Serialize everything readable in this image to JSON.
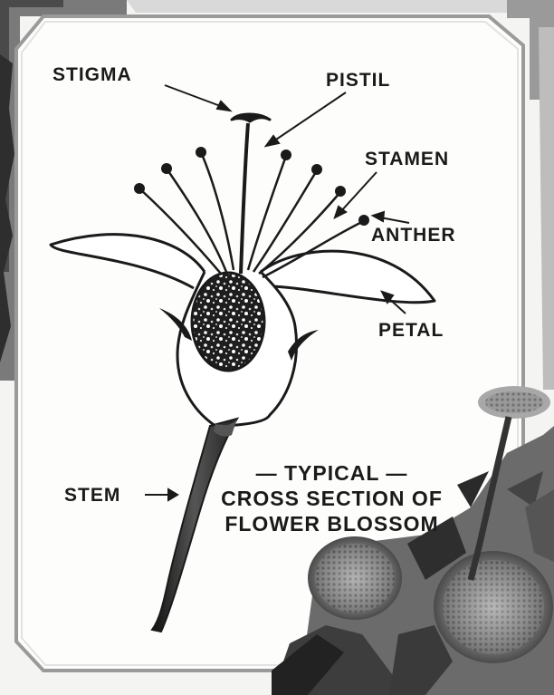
{
  "labels": {
    "stigma": "STIGMA",
    "pistil": "PISTIL",
    "stamen": "STAMEN",
    "anther": "ANTHER",
    "petal": "PETAL",
    "stem": "STEM"
  },
  "caption": {
    "line1": "— TYPICAL —",
    "line2": "CROSS SECTION OF",
    "line3": "FLOWER BLOSSOM"
  },
  "colors": {
    "ink": "#1a1a1a",
    "paper": "#fdfdfb",
    "frame": "#6e6e6e"
  }
}
